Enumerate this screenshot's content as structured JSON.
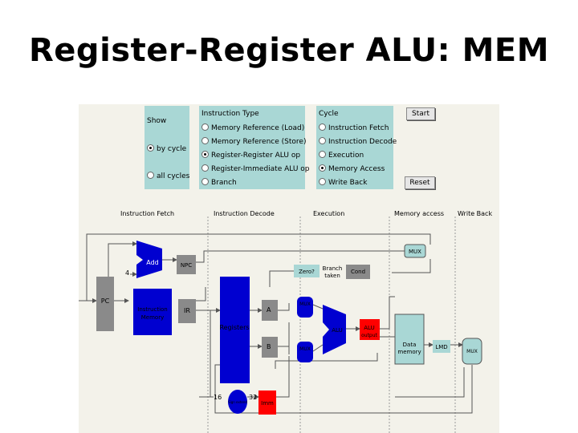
{
  "title": "Register-Register ALU: MEM",
  "controls": {
    "show": {
      "heading": "Show",
      "options": [
        {
          "label": "by cycle",
          "selected": true
        },
        {
          "label": "all cycles",
          "selected": false
        }
      ]
    },
    "instruction_type": {
      "heading": "Instruction Type",
      "options": [
        {
          "label": "Memory Reference (Load)",
          "selected": false
        },
        {
          "label": "Memory Reference (Store)",
          "selected": false
        },
        {
          "label": "Register-Register ALU op",
          "selected": true
        },
        {
          "label": "Register-Immediate ALU op",
          "selected": false
        },
        {
          "label": "Branch",
          "selected": false
        }
      ]
    },
    "cycle": {
      "heading": "Cycle",
      "options": [
        {
          "label": "Instruction Fetch",
          "selected": false
        },
        {
          "label": "Instruction Decode",
          "selected": false
        },
        {
          "label": "Execution",
          "selected": false
        },
        {
          "label": "Memory Access",
          "selected": true
        },
        {
          "label": "Write Back",
          "selected": false
        }
      ]
    },
    "start_label": "Start",
    "reset_label": "Reset"
  },
  "stages": [
    "Instruction Fetch",
    "Instruction Decode",
    "Execution",
    "Memory access",
    "Write Back"
  ],
  "diagram": {
    "pc": "PC",
    "four": "4",
    "add": "Add",
    "npc": "NPC",
    "instruction_memory": [
      "Instruction",
      "Memory"
    ],
    "ir": "IR",
    "registers": "Registers",
    "a": "A",
    "b": "B",
    "zero": "Zero?",
    "branch_taken": [
      "Branch",
      "taken"
    ],
    "cond": "Cond",
    "mux": "MUX",
    "alu": "ALU",
    "alu_output": [
      "ALU",
      "output"
    ],
    "data_memory": [
      "Data",
      "memory"
    ],
    "lmd": "LMD",
    "sign_extend": "Sign extend",
    "imm": "Imm",
    "bits_16": "16",
    "bits_32": "32"
  },
  "colors": {
    "control_bg": "#a9d7d5",
    "blue": "#0000d0",
    "gray": "#8a8a8a",
    "red": "#ff0000",
    "teal_box": "#a9d7d5",
    "panel_bg": "#f3f2ea"
  }
}
